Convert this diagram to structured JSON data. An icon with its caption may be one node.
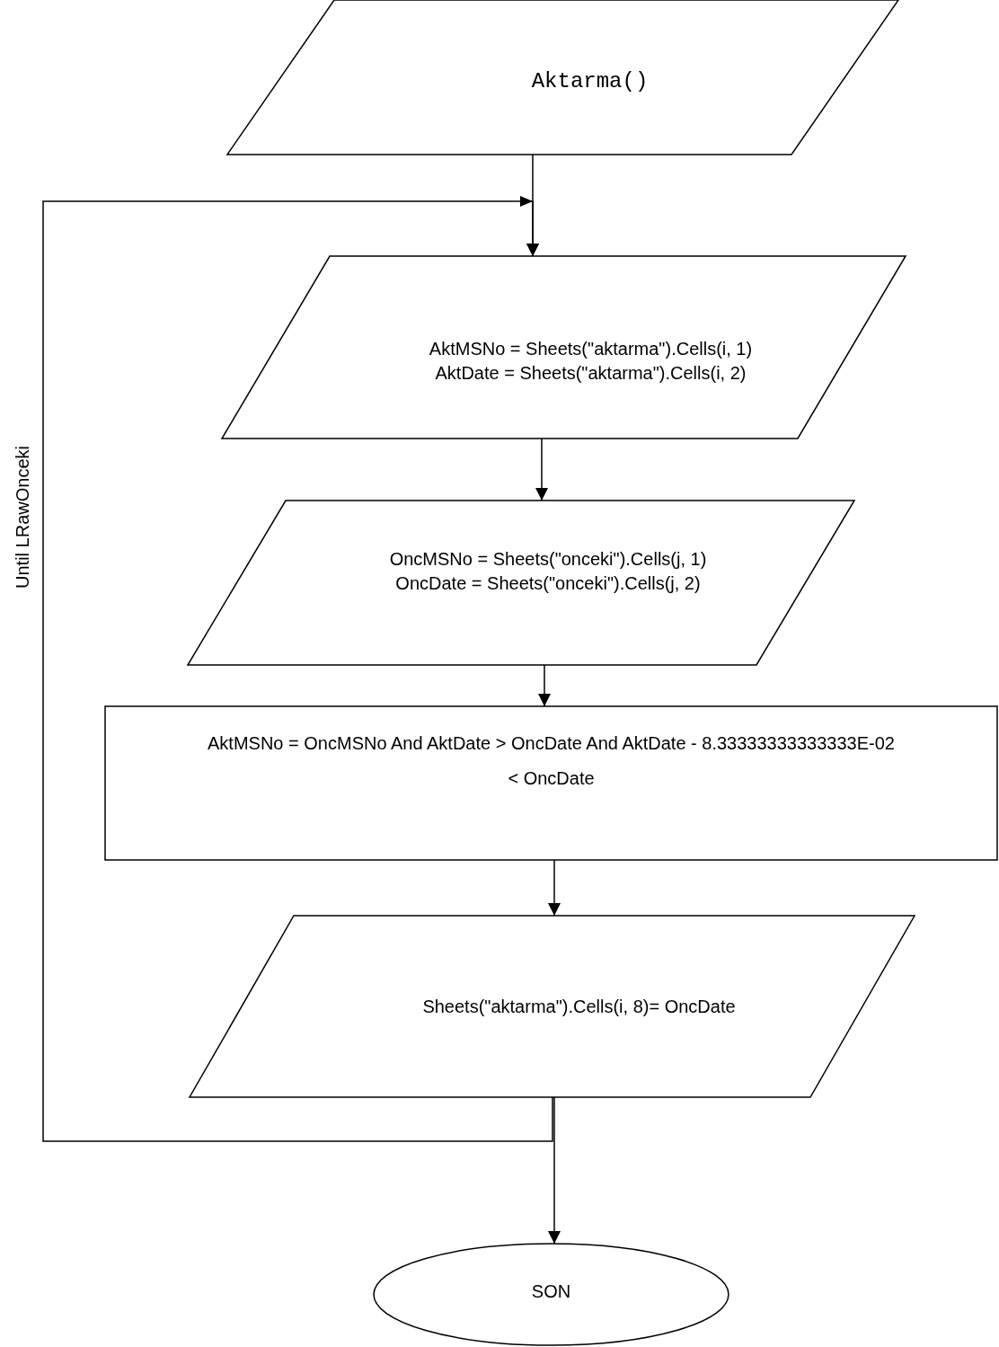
{
  "diagram": {
    "nodes": [
      {
        "text": [
          "Aktarma()"
        ]
      },
      {
        "text": [
          "AktMSNo = Sheets(\"aktarma\").Cells(i, 1)",
          "AktDate = Sheets(\"aktarma\").Cells(i, 2)"
        ]
      },
      {
        "text": [
          "OncMSNo = Sheets(\"onceki\").Cells(j, 1)",
          "OncDate = Sheets(\"onceki\").Cells(j, 2)"
        ]
      },
      {
        "text": [
          "AktMSNo = OncMSNo And AktDate > OncDate And AktDate - 8.33333333333333E-02",
          "< OncDate"
        ]
      },
      {
        "text": [
          "Sheets(\"aktarma\").Cells(i, 8)= OncDate"
        ]
      },
      {
        "text": [
          "SON"
        ]
      }
    ],
    "edges": [
      {
        "from": 0,
        "to": 1,
        "arrow": "to"
      },
      {
        "from": 1,
        "to": 2,
        "arrow": "to"
      },
      {
        "from": 2,
        "to": 3,
        "arrow": "to"
      },
      {
        "from": 3,
        "to": 4,
        "arrow": "to"
      },
      {
        "from": 4,
        "to": 1,
        "arrow": "to",
        "label": "Until LRawOnceki"
      },
      {
        "from": 4,
        "to": 5,
        "arrow": "to"
      }
    ]
  }
}
